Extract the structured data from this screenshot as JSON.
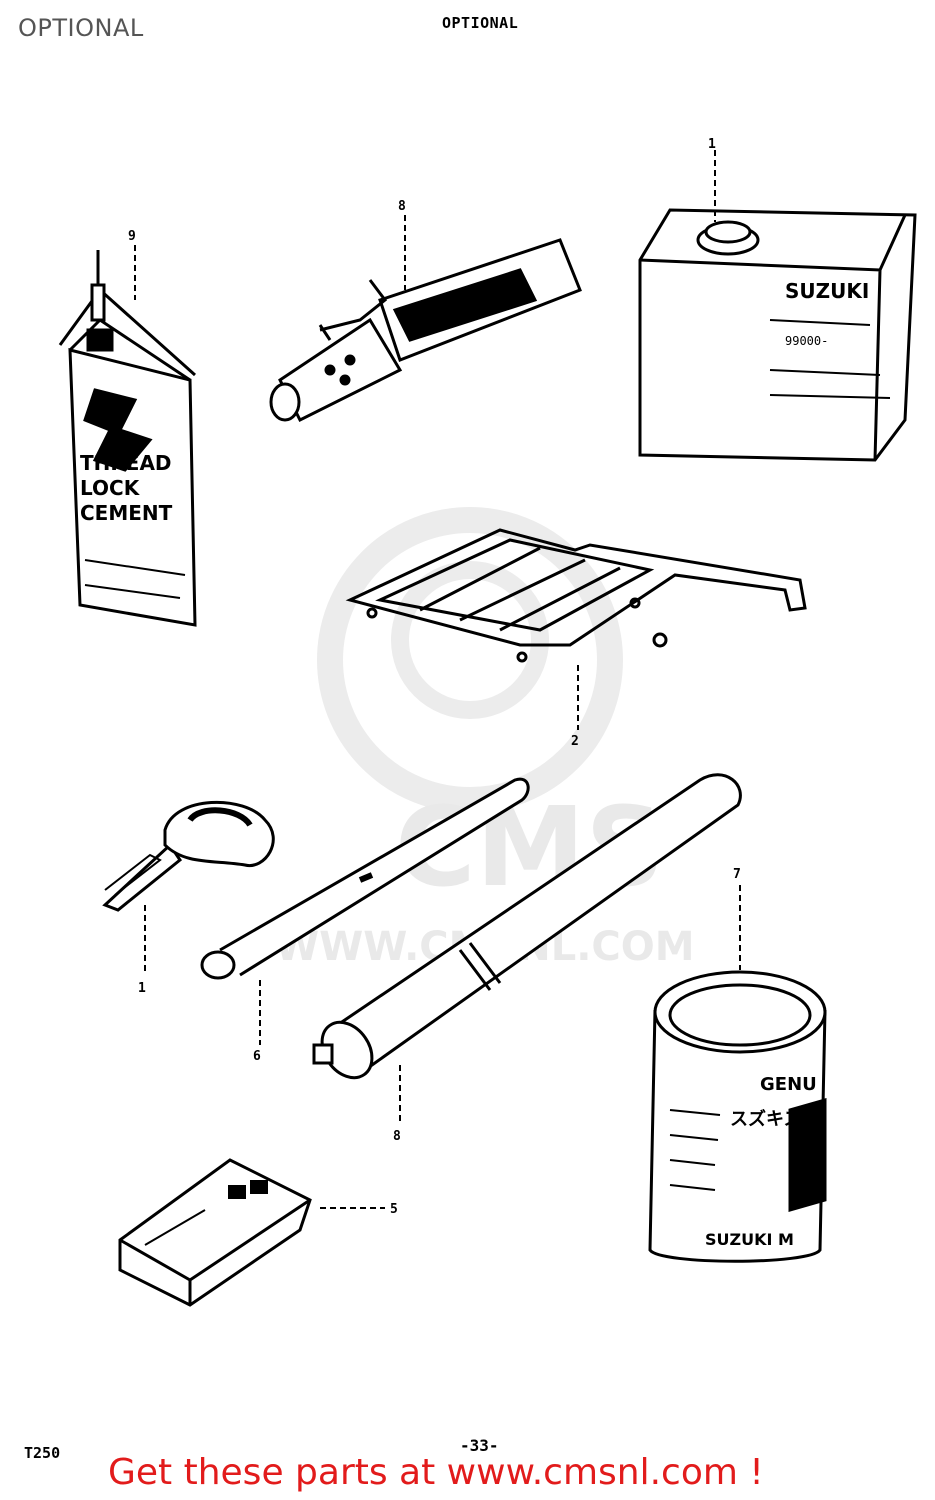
{
  "header": {
    "page_label": "OPTIONAL",
    "diagram_heading": "OPTIONAL"
  },
  "watermark": {
    "brand": "CMS",
    "url": "WWW.CMSNL.COM"
  },
  "callouts": [
    {
      "id": "oil-can",
      "label": "9"
    },
    {
      "id": "tube",
      "label": "8"
    },
    {
      "id": "tin",
      "label": "1"
    },
    {
      "id": "carrier",
      "label": "2"
    },
    {
      "id": "key",
      "label": "1"
    },
    {
      "id": "rod",
      "label": "6"
    },
    {
      "id": "cylinder",
      "label": "8"
    },
    {
      "id": "grease-can",
      "label": "7"
    },
    {
      "id": "box",
      "label": "5"
    }
  ],
  "labels": {
    "oil_can_brand": "S",
    "oil_can_text": [
      "THREAD",
      "LOCK",
      "CEMENT"
    ],
    "tin_brand": "SUZUKI",
    "tin_code": "99000-",
    "grease_words": [
      "GENU",
      "スズキスー",
      "SUZUKI M"
    ]
  },
  "footer": {
    "model_code": "T250",
    "page_number": "-33-",
    "promo": "Get these parts at www.cmsnl.com !"
  },
  "colors": {
    "ink": "#000000",
    "watermark": "#e9e9e9",
    "promo": "#e21b1b"
  }
}
